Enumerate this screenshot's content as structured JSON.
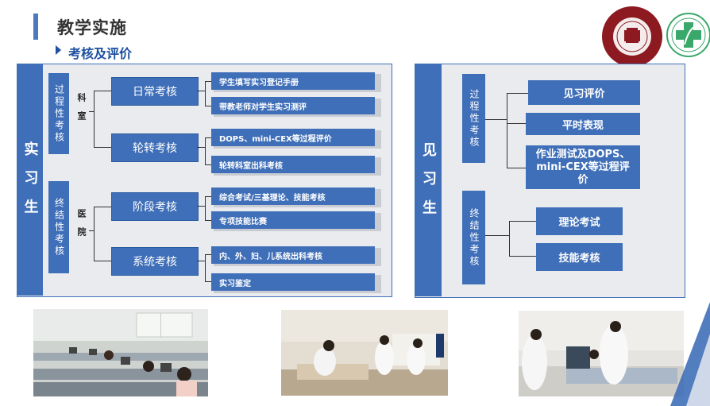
{
  "header": {
    "title": "教学实施",
    "subtitle": "考核及评价"
  },
  "logos": {
    "university_logo_icon": "university-seal",
    "hospital_logo_icon": "hospital-cross-emblem"
  },
  "left_panel": {
    "main_label": "实 习 生",
    "groups": [
      {
        "category": "过程性考核",
        "scope": "科室",
        "items": [
          {
            "label": "日常考核",
            "leaves": [
              "学生填写实习登记手册",
              "带教老师对学生实习测评"
            ]
          },
          {
            "label": "轮转考核",
            "leaves": [
              "DOPS、mini-CEX等过程评价",
              "轮转科室出科考核"
            ]
          }
        ]
      },
      {
        "category": "终结性考核",
        "scope": "医院",
        "items": [
          {
            "label": "阶段考核",
            "leaves": [
              "综合考试/三基理论、技能考核",
              "专项技能比赛"
            ]
          },
          {
            "label": "系统考核",
            "leaves": [
              "内、外、妇、儿系统出科考核",
              "实习鉴定"
            ]
          }
        ]
      }
    ]
  },
  "right_panel": {
    "main_label": "见 习 生",
    "groups": [
      {
        "category": "过程性考核",
        "items": [
          "见习评价",
          "平时表现",
          "作业测试及DOPS、mini-CEX等过程评价"
        ]
      },
      {
        "category": "终结性考核",
        "items": [
          "理论考试",
          "技能考核"
        ]
      }
    ]
  },
  "photos": [
    {
      "name": "computer-exam-room-photo"
    },
    {
      "name": "skills-practice-photo"
    },
    {
      "name": "bedside-examination-photo"
    }
  ],
  "colors": {
    "accent": "#3f6fb8",
    "title_blue": "#1e50a0",
    "panel_bg": "#e9ebef",
    "seal_red": "#8c1a20",
    "hospital_green": "#3aa86a"
  }
}
